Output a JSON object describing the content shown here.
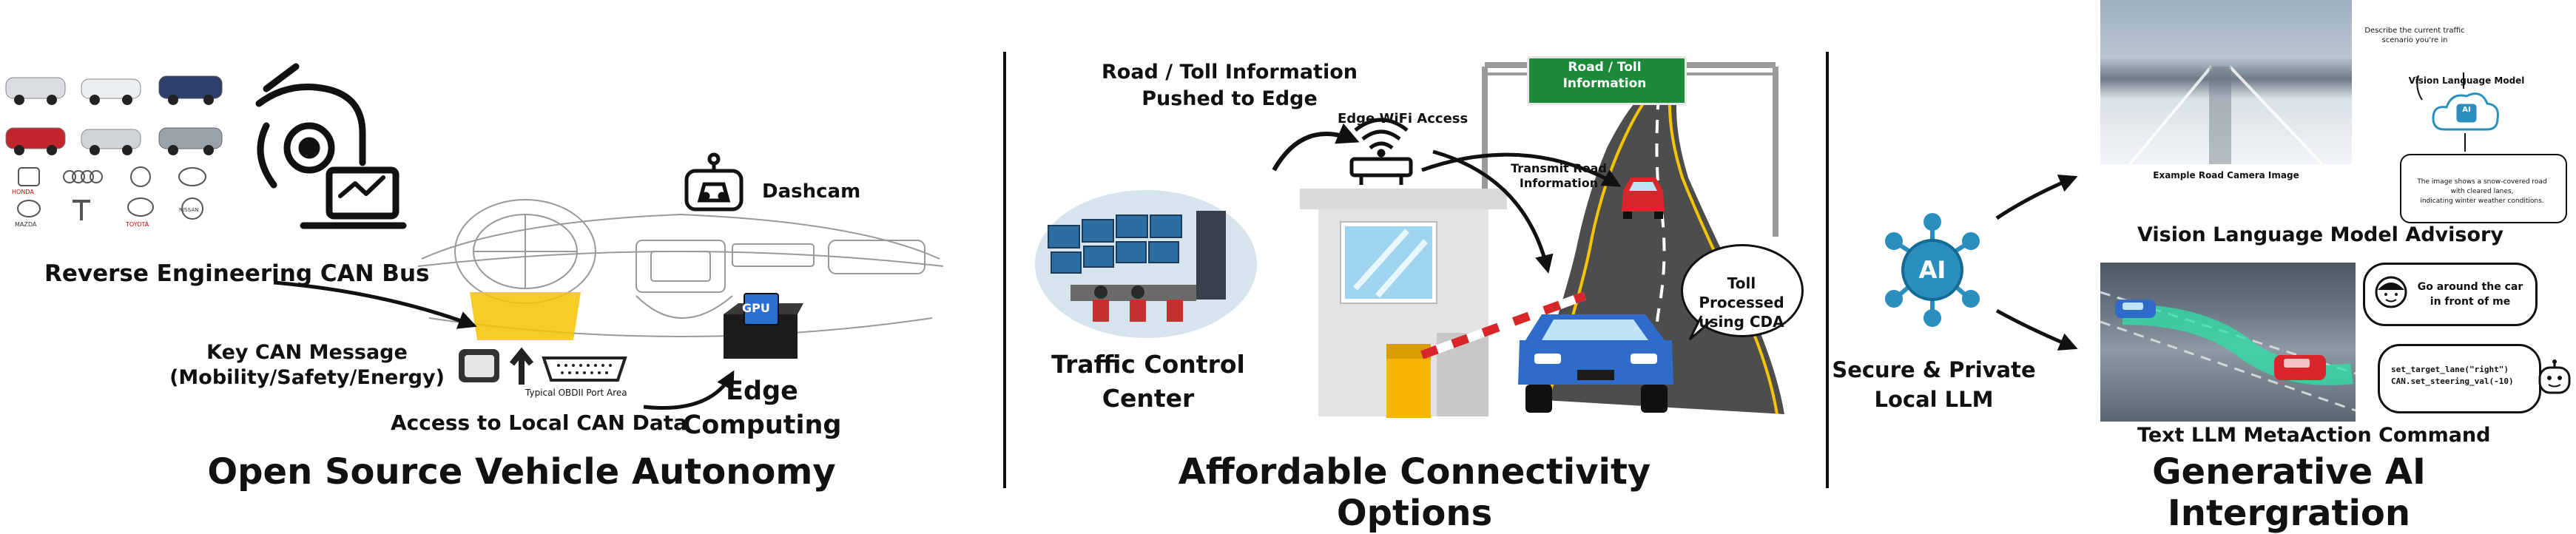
{
  "panels": {
    "left": {
      "title": "Open Source Vehicle Autonomy",
      "reverse_engineering": "Reverse Engineering CAN Bus",
      "key_can_line1": "Key CAN Message",
      "key_can_line2": "(Mobility/Safety/Energy)",
      "obd_caption": "Typical OBDII Port Area",
      "access_local": "Access to Local CAN Data",
      "edge_line1": "Edge",
      "edge_line2": "Computing",
      "dashcam": "Dashcam",
      "gpu": "GPU",
      "brand_logos": [
        "HONDA",
        "MAZDA",
        "TOYOTA",
        "NISSAN"
      ]
    },
    "middle": {
      "title": "Affordable Connectivity Options",
      "road_toll_line1": "Road / Toll Information",
      "road_toll_line2": "Pushed to Edge",
      "edge_wifi": "Edge WiFi Access",
      "sign_line1": "Road / Toll",
      "sign_line2": "Information",
      "transmit_line1": "Transmit Road",
      "transmit_line2": "Information",
      "toll_line1": "Toll Processed",
      "toll_line2": "using CDA",
      "tcc_line1": "Traffic Control",
      "tcc_line2": "Center"
    },
    "right": {
      "title": "Generative AI Intergration",
      "ai_icon": "AI",
      "secure_line1": "Secure  & Private",
      "secure_line2": "Local LLM",
      "vlm_advisory": "Vision Language Model Advisory",
      "example_caption": "Example Road Camera Image",
      "describe_line1": "Describe the current traffic",
      "describe_line2": "scenario you're in",
      "vlm_label": "Vision Language Model",
      "vlm_icon": "AI",
      "snow_line1": "The image shows a snow-covered road",
      "snow_line2": "with cleared lanes,",
      "snow_line3": "indicating winter weather conditions.",
      "text_llm": "Text LLM MetaAction Command",
      "go_around_line1": "Go around the car",
      "go_around_line2": "in front of me",
      "code_line1": "set_target_lane(\"right\")",
      "code_line2": "CAN.set_steering_val(-10)"
    }
  },
  "colors": {
    "sign_green": "#1d8a3a",
    "ai_blue": "#2a8fbf",
    "yellow": "#f5c400",
    "car_red": "#d8262a",
    "car_blue": "#2f6cc9",
    "road_dark": "#4d4d4d",
    "teal_path": "#2de0a8"
  }
}
